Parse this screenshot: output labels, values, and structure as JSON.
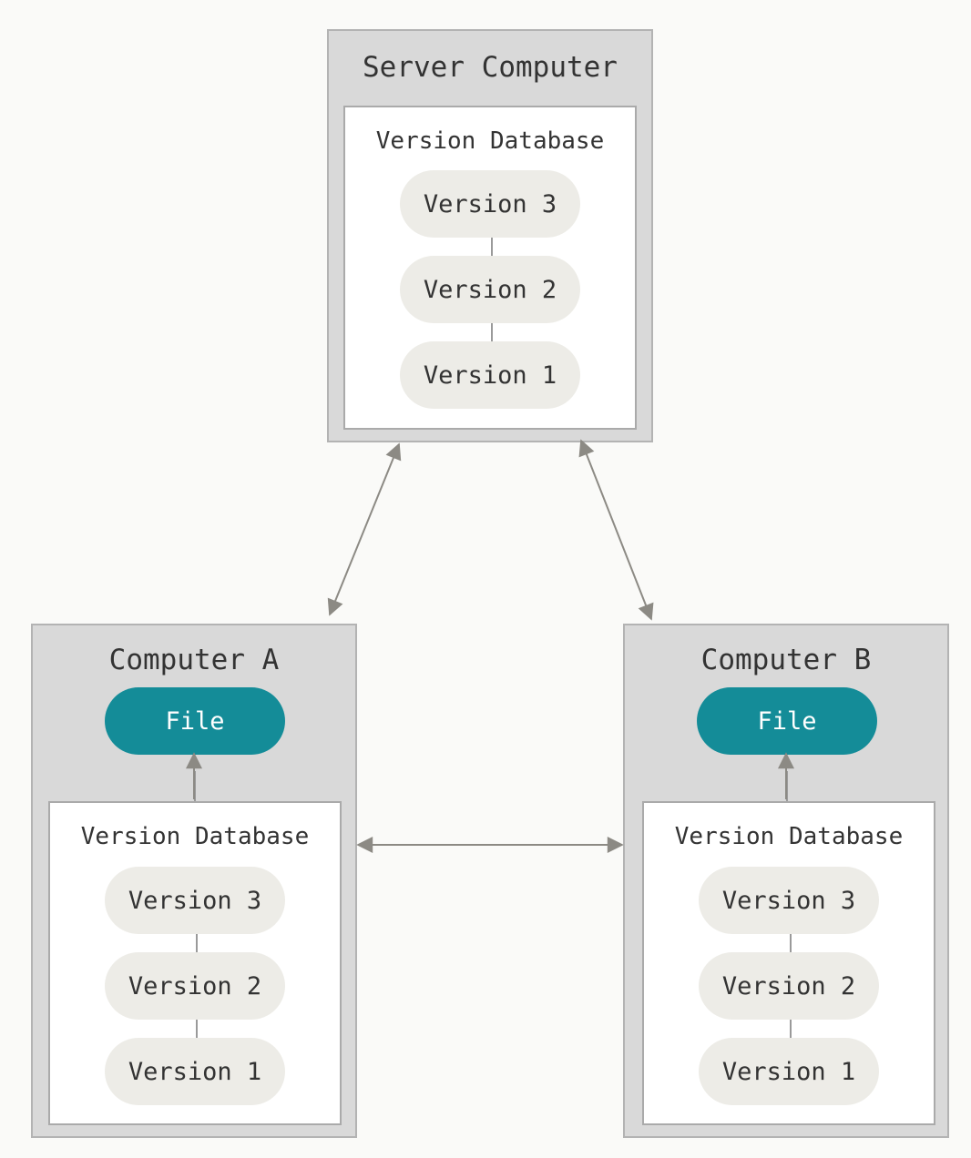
{
  "server": {
    "title": "Server Computer",
    "db_title": "Version Database",
    "versions": [
      "Version 3",
      "Version 2",
      "Version 1"
    ]
  },
  "computer_a": {
    "title": "Computer A",
    "file_label": "File",
    "db_title": "Version Database",
    "versions": [
      "Version 3",
      "Version 2",
      "Version 1"
    ]
  },
  "computer_b": {
    "title": "Computer B",
    "file_label": "File",
    "db_title": "Version Database",
    "versions": [
      "Version 3",
      "Version 2",
      "Version 1"
    ]
  },
  "colors": {
    "box": "#d9d9d9",
    "database": "#ffffff",
    "version_pill": "#edece7",
    "file_pill": "#148c98",
    "arrow": "#8c8a84"
  }
}
